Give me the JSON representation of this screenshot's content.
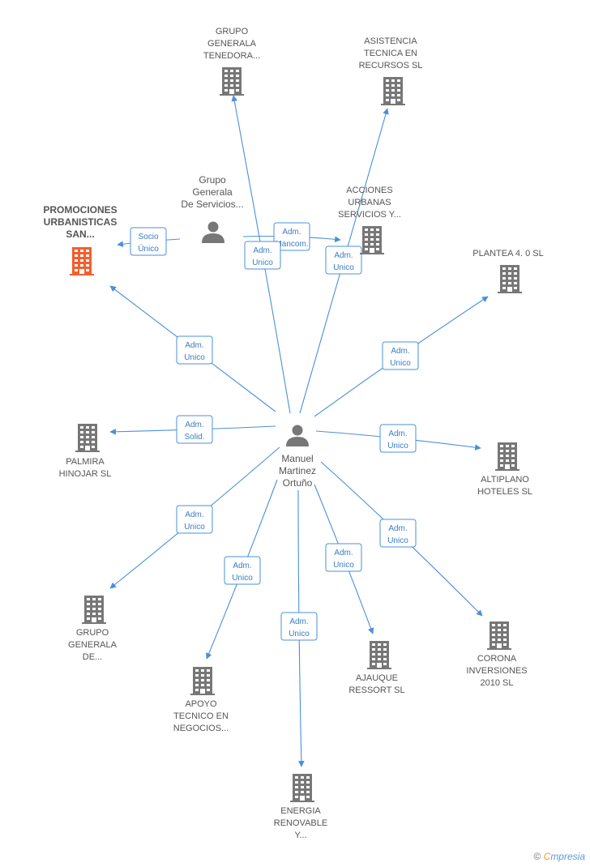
{
  "colors": {
    "edge": "#4a90d9",
    "company": "#777777",
    "highlight": "#f06030",
    "person": "#777777"
  },
  "nodes": [
    {
      "id": "manuel",
      "type": "person",
      "lines": [
        "Manuel",
        "Martinez",
        "Ortuño"
      ]
    },
    {
      "id": "grupo_servicios",
      "type": "person",
      "lines": [
        "Grupo",
        "Generala",
        "De Servicios..."
      ]
    },
    {
      "id": "promociones",
      "type": "company-highlight",
      "lines": [
        "PROMOCIONES",
        "URBANISTICAS",
        "SAN..."
      ]
    },
    {
      "id": "grupo_tenedora",
      "type": "company",
      "lines": [
        "GRUPO",
        "GENERALA",
        "TENEDORA..."
      ]
    },
    {
      "id": "asistencia",
      "type": "company",
      "lines": [
        "ASISTENCIA",
        "TECNICA EN",
        "RECURSOS SL"
      ]
    },
    {
      "id": "acciones",
      "type": "company",
      "lines": [
        "ACCIONES",
        "URBANAS",
        "SERVICIOS Y..."
      ]
    },
    {
      "id": "plantea",
      "type": "company",
      "lines": [
        "PLANTEA 4. 0 SL"
      ]
    },
    {
      "id": "palmira",
      "type": "company",
      "lines": [
        "PALMIRA",
        "HINOJAR SL"
      ]
    },
    {
      "id": "altiplano",
      "type": "company",
      "lines": [
        "ALTIPLANO",
        "HOTELES SL"
      ]
    },
    {
      "id": "grupo_de",
      "type": "company",
      "lines": [
        "GRUPO",
        "GENERALA",
        "DE..."
      ]
    },
    {
      "id": "apoyo",
      "type": "company",
      "lines": [
        "APOYO",
        "TECNICO EN",
        "NEGOCIOS..."
      ]
    },
    {
      "id": "energia",
      "type": "company",
      "lines": [
        "ENERGIA",
        "RENOVABLE",
        "Y..."
      ]
    },
    {
      "id": "ajauque",
      "type": "company",
      "lines": [
        "AJAUQUE",
        "RESSORT SL"
      ]
    },
    {
      "id": "corona",
      "type": "company",
      "lines": [
        "CORONA",
        "INVERSIONES",
        "2010 SL"
      ]
    }
  ],
  "edges": [
    {
      "from": "grupo_servicios",
      "to": "promociones",
      "label": [
        "Socio",
        "Único"
      ]
    },
    {
      "from": "grupo_servicios",
      "to": "acciones",
      "label": [
        "Adm.",
        "Mancom."
      ]
    },
    {
      "from": "manuel",
      "to": "grupo_tenedora",
      "label": [
        "Adm.",
        "Unico"
      ]
    },
    {
      "from": "manuel",
      "to": "asistencia",
      "label": [
        "Adm.",
        "Unico"
      ]
    },
    {
      "from": "manuel",
      "to": "promociones",
      "label": [
        "Adm.",
        "Unico"
      ]
    },
    {
      "from": "manuel",
      "to": "plantea",
      "label": [
        "Adm.",
        "Unico"
      ]
    },
    {
      "from": "manuel",
      "to": "palmira",
      "label": [
        "Adm.",
        "Solid."
      ]
    },
    {
      "from": "manuel",
      "to": "altiplano",
      "label": [
        "Adm.",
        "Unico"
      ]
    },
    {
      "from": "manuel",
      "to": "grupo_de",
      "label": [
        "Adm.",
        "Unico"
      ]
    },
    {
      "from": "manuel",
      "to": "apoyo",
      "label": [
        "Adm.",
        "Unico"
      ]
    },
    {
      "from": "manuel",
      "to": "energia",
      "label": [
        "Adm.",
        "Unico"
      ]
    },
    {
      "from": "manuel",
      "to": "ajauque",
      "label": [
        "Adm.",
        "Unico"
      ]
    },
    {
      "from": "manuel",
      "to": "corona",
      "label": [
        "Adm.",
        "Unico"
      ]
    }
  ],
  "footer": {
    "copyright": "©",
    "brand_first": "C",
    "brand_rest": "mpresia"
  }
}
